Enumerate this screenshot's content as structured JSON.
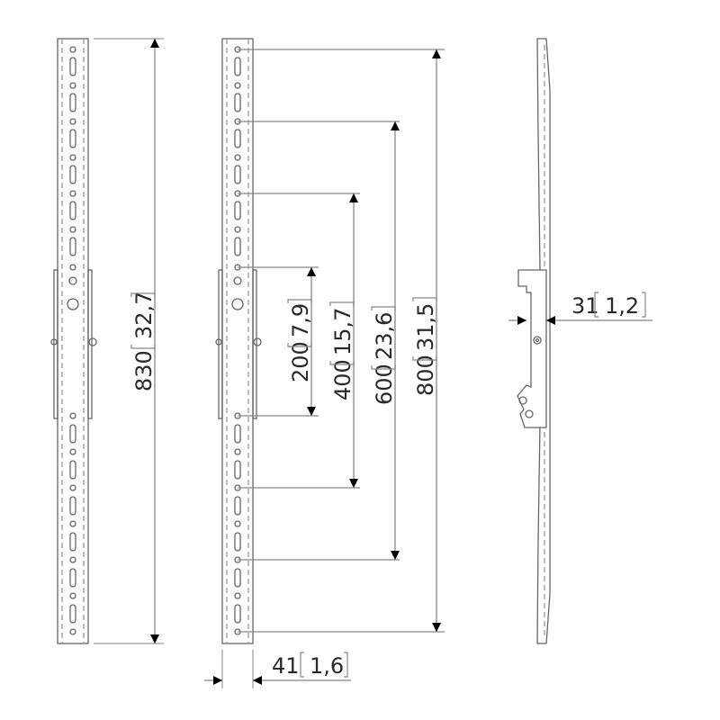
{
  "diagram": {
    "type": "technical-drawing",
    "subject": "vertical mounting rail / interface bar",
    "views": [
      "front-view-plain",
      "front-view-dimensioned",
      "side-view"
    ]
  },
  "dimensions": {
    "total_length": {
      "mm": "830",
      "in": "32,7"
    },
    "hole_pitch_200": {
      "mm": "200",
      "in": "7,9"
    },
    "hole_pitch_400": {
      "mm": "400",
      "in": "15,7"
    },
    "hole_pitch_600": {
      "mm": "600",
      "in": "23,6"
    },
    "hole_pitch_800": {
      "mm": "800",
      "in": "31,5"
    },
    "depth": {
      "mm": "31",
      "in": "1,2"
    },
    "width": {
      "mm": "41",
      "in": "1,6"
    }
  },
  "colors": {
    "line": "#555555",
    "dim_line": "#999999",
    "arrow": "#000000",
    "text": "#2a2a2a",
    "background": "#ffffff"
  }
}
